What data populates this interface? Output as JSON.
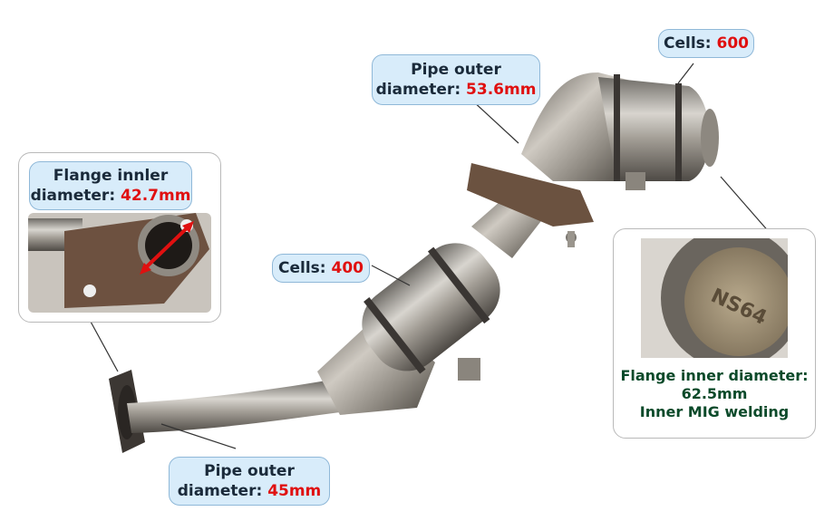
{
  "callouts": {
    "cells_600": {
      "label": "Cells:",
      "value": "600"
    },
    "pipe_top": {
      "line1": "Pipe outer",
      "line2": "diameter:",
      "value": "53.6mm"
    },
    "flange_left": {
      "line1": "Flange innler",
      "line2": "diameter:",
      "value": "42.7mm"
    },
    "cells_400": {
      "label": "Cells:",
      "value": "400"
    },
    "pipe_bottom": {
      "line1": "Pipe outer",
      "line2": "diameter:",
      "value": "45mm"
    }
  },
  "inset_right": {
    "stamp": "NS64",
    "caption": [
      "Flange inner diameter:",
      "62.5mm",
      "Inner MIG welding"
    ]
  },
  "colors": {
    "value_red": "#e01010",
    "callout_fill": "#d8ecfa",
    "caption_green": "#0b4a2a"
  }
}
